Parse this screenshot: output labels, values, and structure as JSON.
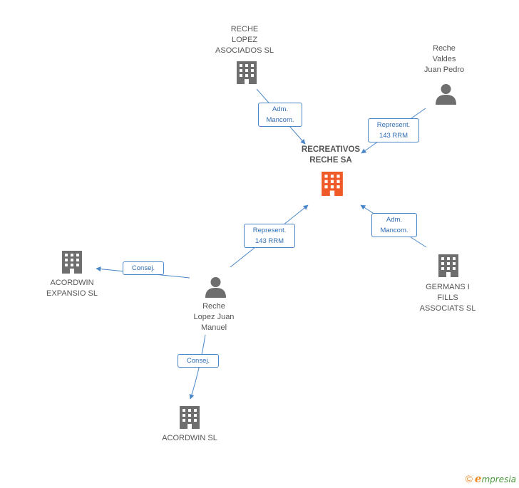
{
  "colors": {
    "edge": "#4a86c8",
    "icon_gray": "#6e6e6e",
    "icon_center": "#f05a28",
    "label_text": "#555555"
  },
  "center": {
    "label": "RECREATIVOS\nRECHE SA",
    "icon": "building-icon"
  },
  "nodes": {
    "reche_lopez_asociados": {
      "label": "RECHE\nLOPEZ\nASOCIADOS SL",
      "icon": "building-icon"
    },
    "reche_valdes": {
      "label": "Reche\nValdes\nJuan Pedro",
      "icon": "person-icon"
    },
    "acordwin_expansio": {
      "label": "ACORDWIN\nEXPANSIO SL",
      "icon": "building-icon"
    },
    "reche_lopez_juan_manuel": {
      "label": "Reche\nLopez Juan\nManuel",
      "icon": "person-icon"
    },
    "germans_i_fills": {
      "label": "GERMANS I\nFILLS\nASSOCIATS SL",
      "icon": "building-icon"
    },
    "acordwin": {
      "label": "ACORDWIN SL",
      "icon": "building-icon"
    }
  },
  "edges": {
    "asociados_to_center": "Adm.\nMancom.",
    "valdes_to_center": "Represent.\n143 RRM",
    "juan_manuel_to_center": "Represent.\n143 RRM",
    "germans_to_center": "Adm.\nMancom.",
    "juan_manuel_to_expansio": "Consej.",
    "juan_manuel_to_acordwin": "Consej."
  },
  "footer": {
    "copyright": "©",
    "brand_initial": "e",
    "brand_rest": "mpresia"
  }
}
